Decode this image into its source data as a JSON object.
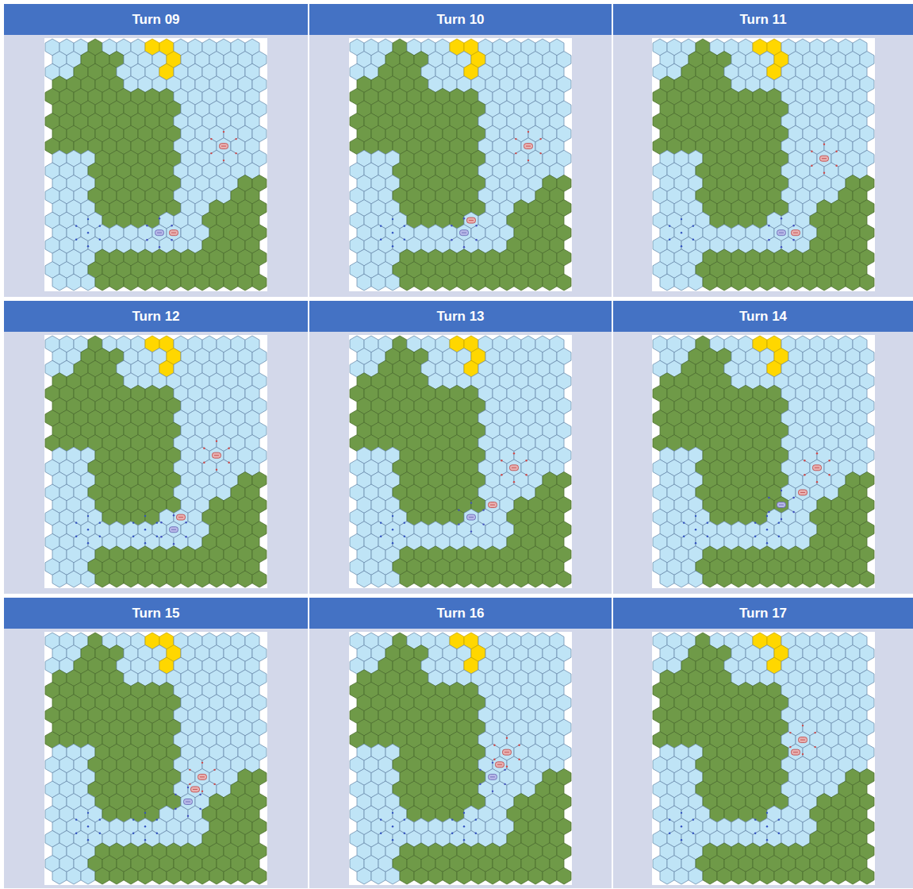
{
  "diagram": {
    "nodes": [
      {
        "text": [
          "Turn 09"
        ]
      },
      {
        "text": [
          "Turn 10"
        ]
      },
      {
        "text": [
          "Turn 11"
        ]
      },
      {
        "text": [
          "Turn 12"
        ]
      },
      {
        "text": [
          "Turn 13"
        ]
      },
      {
        "text": [
          "Turn 14"
        ]
      },
      {
        "text": [
          "Turn 15"
        ]
      },
      {
        "text": [
          "Turn 16"
        ]
      },
      {
        "text": [
          "Turn 17"
        ]
      }
    ]
  }
}
